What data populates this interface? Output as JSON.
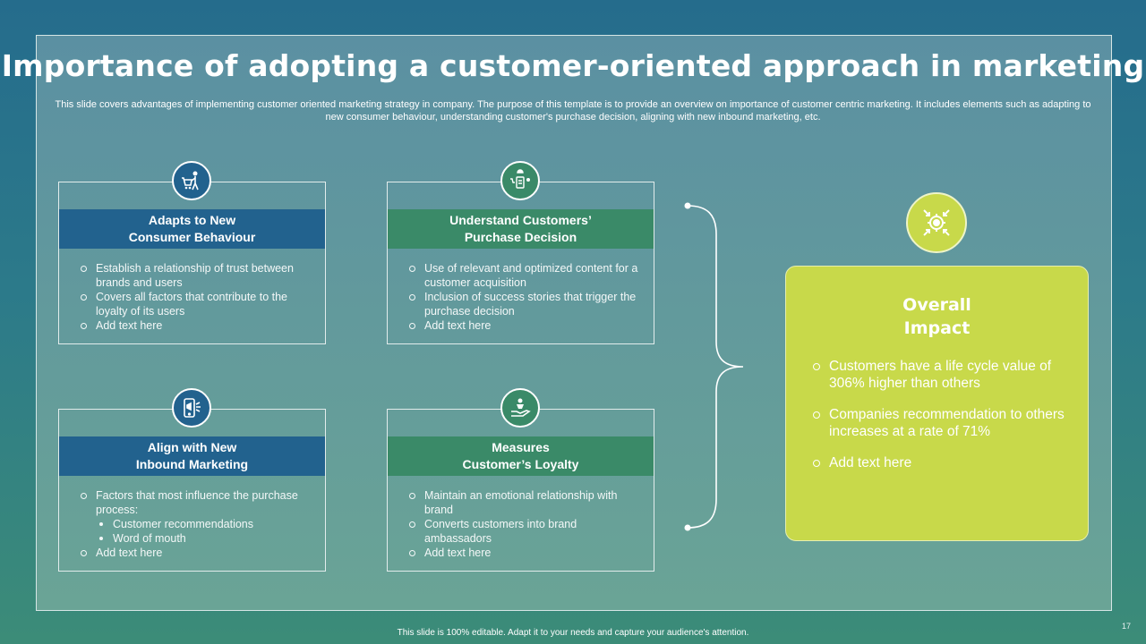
{
  "title": "Importance of adopting a customer-oriented approach in marketing",
  "subtitle": "This slide covers advantages of implementing customer oriented marketing strategy in company. The purpose of this template is to provide an overview on importance of customer centric marketing. It includes elements such as adapting to new consumer behaviour, understanding customer's purchase decision, aligning with new inbound marketing, etc.",
  "cards": [
    {
      "icon": "shopping-cart-person-icon",
      "title_line1": "Adapts to New",
      "title_line2": "Consumer Behaviour",
      "items": [
        "Establish a relationship of trust between brands and users",
        "Covers  all factors that contribute to the loyalty of its users",
        "Add text here"
      ]
    },
    {
      "icon": "purchase-decision-icon",
      "title_line1": "Understand Customers’",
      "title_line2": "Purchase Decision",
      "items": [
        "Use of relevant  and optimized content for a customer acquisition",
        "Inclusion of success stories that trigger the purchase decision",
        "Add text here"
      ]
    },
    {
      "icon": "mobile-megaphone-icon",
      "title_line1": "Align with New",
      "title_line2": "Inbound Marketing",
      "items": [
        "Factors that most influence the purchase process:",
        "Customer recommendations",
        "Word of mouth",
        "Add text here"
      ]
    },
    {
      "icon": "hand-heart-icon",
      "title_line1": "Measures",
      "title_line2": "Customer’s Loyalty",
      "items": [
        "Maintain an emotional relationship with brand",
        "Converts  customers into brand ambassadors",
        "Add text here"
      ]
    }
  ],
  "impact": {
    "icon": "gear-arrows-icon",
    "title_line1": "Overall",
    "title_line2": "Impact",
    "items": [
      "Customers have a life cycle value of 306% higher than others",
      "Companies recommendation to others increases at a rate of 71%",
      "Add text here"
    ]
  },
  "footer": "This slide is 100% editable.  Adapt it to your needs and capture your audience's attention.",
  "page_number": "17",
  "colors": {
    "blue": "#22628e",
    "green": "#3a8a68",
    "lime": "#c8d94a"
  }
}
